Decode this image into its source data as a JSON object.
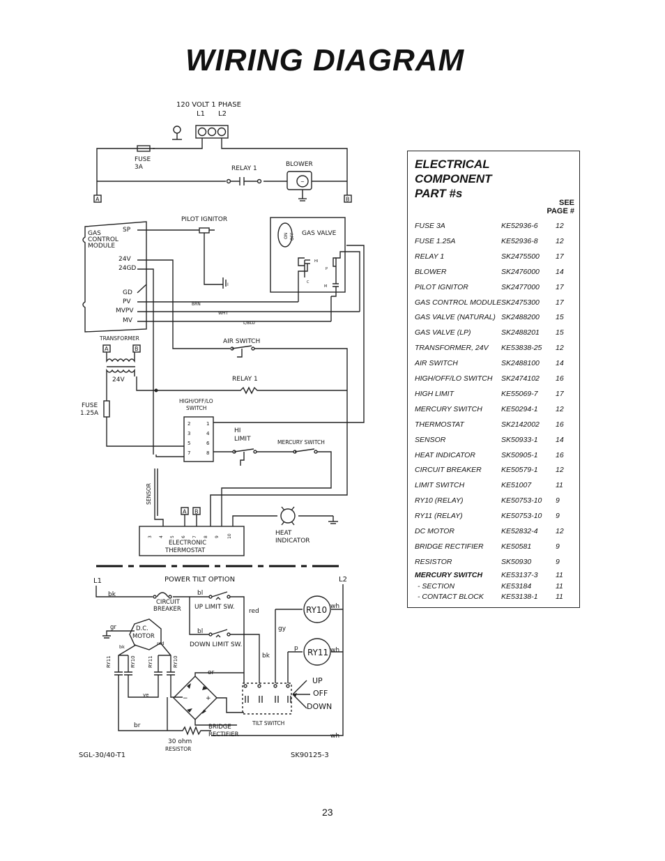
{
  "title": "WIRING DIAGRAM",
  "page_number": "23",
  "diagram": {
    "supply": "120  VOLT  1  PHASE",
    "l1": "L1",
    "l2": "L2",
    "fuse_3a": [
      "FUSE",
      "3A"
    ],
    "relay1_top": "RELAY  1",
    "blower": "BLOWER",
    "term_a": "A",
    "term_b": "B",
    "pilot_ignitor": "PILOT IGNITOR",
    "gas_control_module": [
      "GAS",
      "CONTROL",
      "MODULE"
    ],
    "gcm_terms": [
      "SP",
      "24V",
      "24GD",
      "GD",
      "PV",
      "MVPV",
      "MV"
    ],
    "gas_valve": "GAS  VALVE",
    "gas_valve_on": "ON",
    "gas_valve_off": "OFF",
    "gas_valve_terms": [
      "HI",
      "P",
      "C",
      "M"
    ],
    "wire_brn": "BRN",
    "wire_wht": "WHT",
    "wire_lblu": "L/BLU",
    "transformer": "TRANSFORMER",
    "transformer_a": "A",
    "transformer_b": "B",
    "transformer_24v": "24V",
    "air_switch": "AIR  SWITCH",
    "relay1_mid": "RELAY  1",
    "fuse_125a": [
      "FUSE",
      "1.25A"
    ],
    "hi_off_lo": [
      "HIGH/OFF/LO",
      "SWITCH"
    ],
    "switch_pins": [
      "2",
      "1",
      "3",
      "4",
      "5",
      "6",
      "7",
      "8"
    ],
    "hi_limit": [
      "HI",
      "LIMIT"
    ],
    "mercury_switch": "MERCURY SWITCH",
    "sensor": "SENSOR",
    "thermostat_a": "A",
    "thermostat_b": "B",
    "thermostat_pins": [
      "3",
      "4",
      "5",
      "6",
      "7",
      "8",
      "9",
      "10"
    ],
    "electronic_thermostat": [
      "ELECTRONIC",
      "THERMOSTAT"
    ],
    "heat_indicator": [
      "HEAT",
      "INDICATOR"
    ],
    "power_tilt_option": "POWER  TILT  OPTION",
    "tilt_l1": "L1",
    "tilt_l2": "L2",
    "bk": "bk",
    "bl": "bl",
    "red": "red",
    "gy": "gy",
    "wh": "wh",
    "p": "p",
    "gr": "gr",
    "or": "or",
    "ye": "ye",
    "br": "br",
    "circuit_breaker": [
      "CIRCUIT",
      "BREAKER"
    ],
    "up_limit_sw": "UP  LIMIT  SW.",
    "down_limit_sw": "DOWN  LIMIT  SW.",
    "ry10": "RY10",
    "ry11": "RY11",
    "dc_motor": [
      "D.C.",
      "MOTOR"
    ],
    "relay_contacts": [
      "RY11",
      "RY10",
      "RY11",
      "RY10"
    ],
    "tilt_positions": [
      "UP",
      "OFF",
      "DOWN"
    ],
    "tilt_switch": "TILT SWITCH",
    "bridge_rectifier": [
      "BRIDGE",
      "RECTIFIER"
    ],
    "resistor": [
      "30  ohm",
      "RESISTOR"
    ],
    "model_left": "SGL-30/40-T1",
    "model_right": "SK90125-3"
  },
  "parts": {
    "heading": [
      "ELECTRICAL",
      "COMPONENT",
      "PART #s"
    ],
    "see_page": [
      "SEE",
      "PAGE #"
    ],
    "rows": [
      {
        "name": "FUSE 3A",
        "part": "KE52936-6",
        "page": "12"
      },
      {
        "name": "FUSE 1.25A",
        "part": "KE52936-8",
        "page": "12"
      },
      {
        "name": "RELAY 1",
        "part": "SK2475500",
        "page": "17"
      },
      {
        "name": "BLOWER",
        "part": "SK2476000",
        "page": "14"
      },
      {
        "name": "PILOT IGNITOR",
        "part": "SK2477000",
        "page": "17"
      },
      {
        "name": "GAS CONTROL MODULE",
        "part": "SK2475300",
        "page": "17"
      },
      {
        "name": "GAS VALVE (NATURAL)",
        "part": "SK2488200",
        "page": "15"
      },
      {
        "name": "GAS VALVE (LP)",
        "part": "SK2488201",
        "page": "15"
      },
      {
        "name": "TRANSFORMER, 24V",
        "part": "KE53838-25",
        "page": "12"
      },
      {
        "name": "AIR SWITCH",
        "part": "SK2488100",
        "page": "14"
      },
      {
        "name": "HIGH/OFF/LO SWITCH",
        "part": "SK2474102",
        "page": "16"
      },
      {
        "name": "HIGH LIMIT",
        "part": "KE55069-7",
        "page": "17"
      },
      {
        "name": "MERCURY SWITCH",
        "part": "KE50294-1",
        "page": "12"
      },
      {
        "name": "THERMOSTAT",
        "part": "SK2142002",
        "page": "16"
      },
      {
        "name": "SENSOR",
        "part": "SK50933-1",
        "page": "14"
      },
      {
        "name": "HEAT INDICATOR",
        "part": "SK50905-1",
        "page": "16"
      },
      {
        "name": "CIRCUIT BREAKER",
        "part": "KE50579-1",
        "page": "12"
      },
      {
        "name": "LIMIT SWITCH",
        "part": "KE51007",
        "page": "11"
      },
      {
        "name": "RY10 (RELAY)",
        "part": "KE50753-10",
        "page": "9"
      },
      {
        "name": "RY11 (RELAY)",
        "part": "KE50753-10",
        "page": "9"
      },
      {
        "name": "DC MOTOR",
        "part": "KE52832-4",
        "page": "12"
      },
      {
        "name": "BRIDGE RECTIFIER",
        "part": "KE50581",
        "page": "9"
      },
      {
        "name": "RESISTOR",
        "part": "SK50930",
        "page": "9"
      }
    ],
    "mercury_group": {
      "name": "MERCURY SWITCH",
      "part": "KE53137-3",
      "page": "11",
      "subs": [
        {
          "name": "- SECTION",
          "part": "KE53184",
          "page": "11"
        },
        {
          "name": "- CONTACT BLOCK",
          "part": "KE53138-1",
          "page": "11"
        }
      ]
    }
  }
}
